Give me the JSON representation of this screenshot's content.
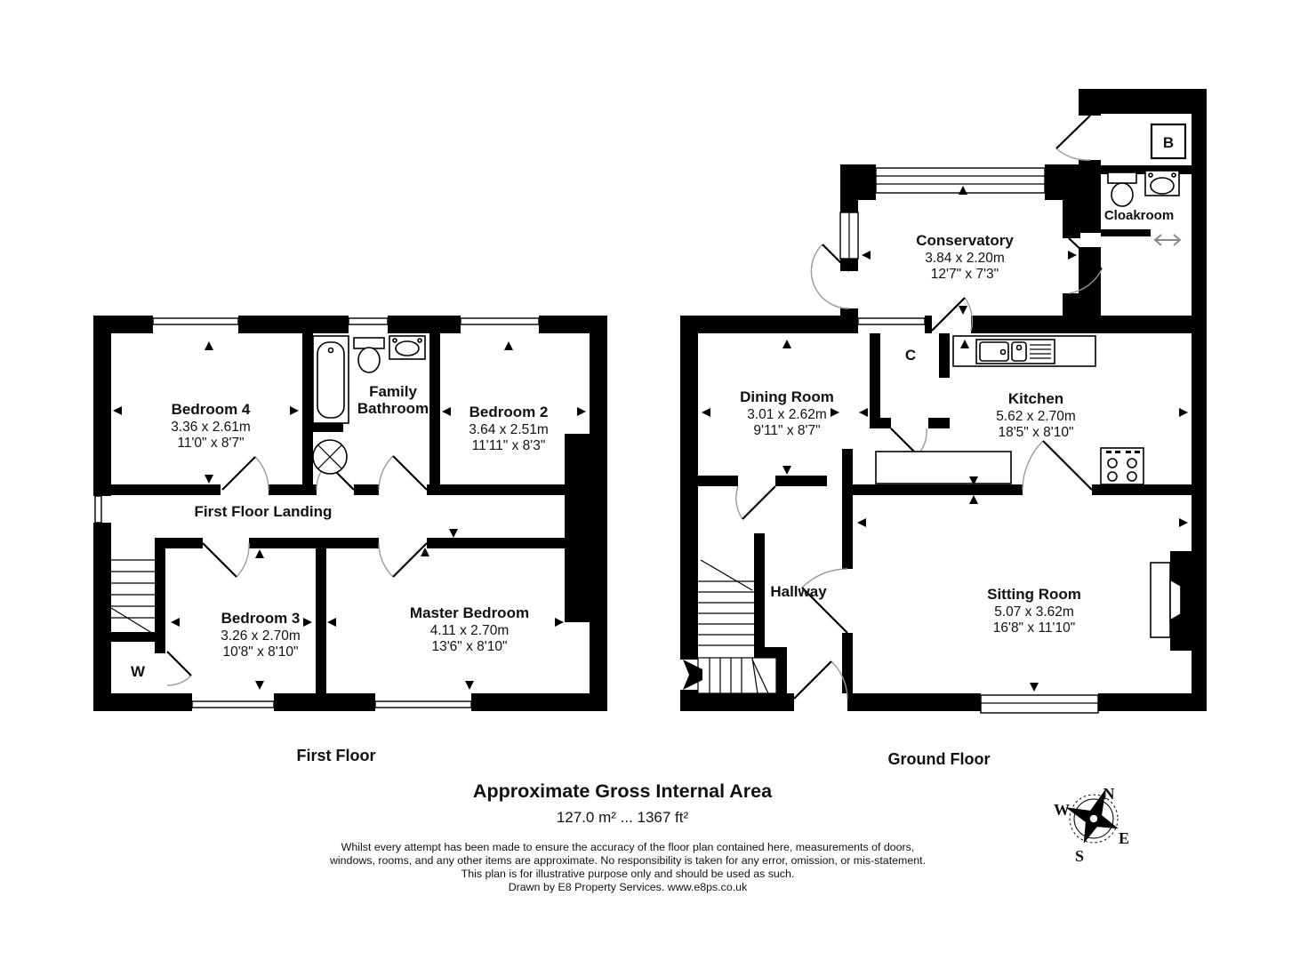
{
  "first_floor": {
    "label": "First Floor",
    "landing": "First Floor Landing",
    "wardrobe": "W",
    "rooms": {
      "bedroom4": {
        "name": "Bedroom 4",
        "metric": "3.36 x 2.61m",
        "imperial": "11'0\" x 8'7\""
      },
      "bathroom": {
        "name_line1": "Family",
        "name_line2": "Bathroom"
      },
      "bedroom2": {
        "name": "Bedroom 2",
        "metric": "3.64 x 2.51m",
        "imperial": "11'11\" x 8'3\""
      },
      "bedroom3": {
        "name": "Bedroom 3",
        "metric": "3.26 x 2.70m",
        "imperial": "10'8\" x 8'10\""
      },
      "master": {
        "name": "Master Bedroom",
        "metric": "4.11 x 2.70m",
        "imperial": "13'6\" x 8'10\""
      }
    }
  },
  "ground_floor": {
    "label": "Ground Floor",
    "hallway": "Hallway",
    "cupboard": "C",
    "boiler": "B",
    "rooms": {
      "conservatory": {
        "name": "Conservatory",
        "metric": "3.84 x 2.20m",
        "imperial": "12'7\" x 7'3\""
      },
      "cloakroom": {
        "name": "Cloakroom"
      },
      "dining": {
        "name": "Dining Room",
        "metric": "3.01 x 2.62m",
        "imperial": "9'11\" x 8'7\""
      },
      "kitchen": {
        "name": "Kitchen",
        "metric": "5.62 x 2.70m",
        "imperial": "18'5\" x 8'10\""
      },
      "sitting": {
        "name": "Sitting Room",
        "metric": "5.07 x 3.62m",
        "imperial": "16'8\" x 11'10\""
      }
    }
  },
  "summary": {
    "title": "Approximate Gross Internal Area",
    "area": "127.0 m² ... 1367 ft²",
    "disclaimer": [
      "Whilst every attempt has been made to ensure the accuracy of the floor plan contained here, measurements of doors,",
      "windows, rooms, and any other items are approximate. No responsibility is taken for any error, omission, or mis-statement.",
      "This plan is for illustrative purpose only and should be used as such.",
      "Drawn by E8 Property Services. www.e8ps.co.uk"
    ]
  },
  "compass": {
    "n": "N",
    "e": "E",
    "s": "S",
    "w": "W"
  },
  "colors": {
    "wall": "#000000",
    "door_arc": "#9a9a9a",
    "background": "#ffffff"
  }
}
